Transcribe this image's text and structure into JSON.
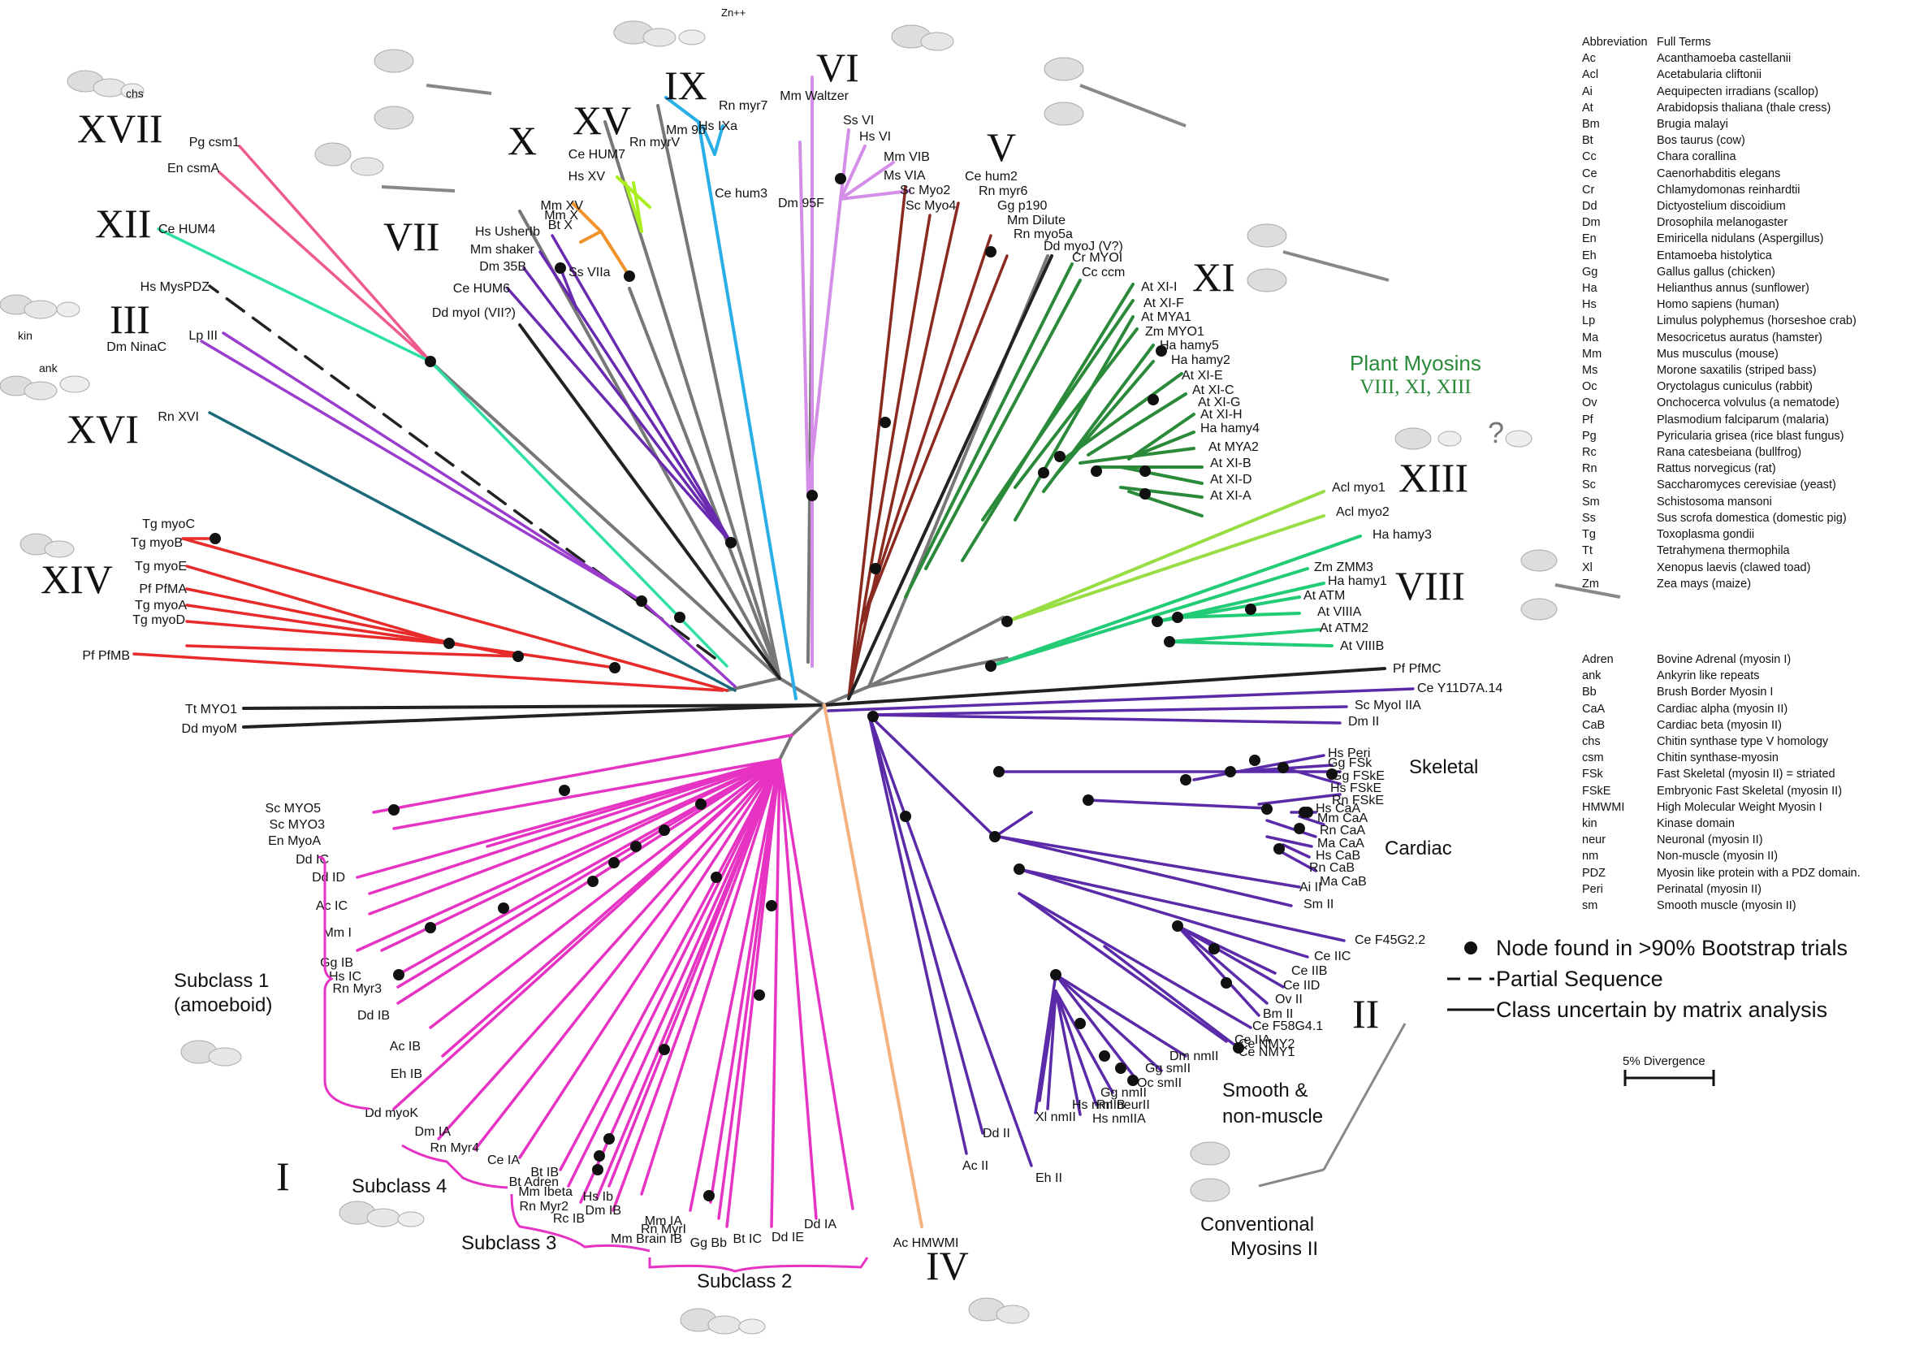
{
  "colors": {
    "I": "#e633c3",
    "II": "#5a2aa8",
    "III": "#9a3ccc",
    "IV": "#f3b27f",
    "V": "#8b2a20",
    "VI": "#d48ee8",
    "VII": "#6a2ab0",
    "VIII": "#22cc77",
    "IX": "#2aaee6",
    "X": "#f0922a",
    "XI": "#2a8a3a",
    "XII": "#2ee0a8",
    "XIII": "#99dd44",
    "XIV": "#e82a2a",
    "XV": "#aaee22",
    "XVI": "#1a6a7a",
    "XVII": "#ef5a8a",
    "uncertain": "#222222",
    "backbone": "#777777"
  },
  "classes": {
    "I": "I",
    "II": "II",
    "III": "III",
    "IV": "IV",
    "V": "V",
    "VI": "VI",
    "VII": "VII",
    "VIII": "VIII",
    "IX": "IX",
    "X": "X",
    "XI": "XI",
    "XII": "XII",
    "XIII": "XIII",
    "XIV": "XIV",
    "XV": "XV",
    "XVI": "XVI",
    "XVII": "XVII"
  },
  "group_labels": {
    "skeletal": "Skeletal",
    "cardiac": "Cardiac",
    "smooth_1": "Smooth &",
    "smooth_2": "non-muscle",
    "conventional_1": "Conventional",
    "conventional_2": "Myosins II",
    "plant_1": "Plant Myosins",
    "plant_2": "VIII, XI, XIII",
    "subclass1_1": "Subclass 1",
    "subclass1_2": "(amoeboid)",
    "subclass2": "Subclass 2",
    "subclass3": "Subclass 3",
    "subclass4": "Subclass 4"
  },
  "icon_labels": {
    "chs": "chs",
    "kin": "kin",
    "ank": "ank",
    "zn": "Zn++",
    "question": "?"
  },
  "taxa": {
    "XVII": [
      "Pg csm1",
      "En csmA"
    ],
    "XII": [
      "Ce HUM4"
    ],
    "partial": [
      "Hs MysPDZ"
    ],
    "III": [
      "Dm NinaC",
      "Lp III"
    ],
    "XVI": [
      "Rn XVI"
    ],
    "XIV": [
      "Tg myoC",
      "Tg myoB",
      "Tg myoE",
      "Pf PfMA",
      "Tg myoA",
      "Tg myoD",
      "Pf PfMB"
    ],
    "uncertain_left": [
      "Tt MYO1",
      "Dd myoM"
    ],
    "VII": [
      "Hs UsherIb",
      "Mm shaker",
      "Dm 35B",
      "Ce HUM6",
      "Ss VIIa"
    ],
    "uncertain_vii": [
      "Dd myoI (VII?)"
    ],
    "X": [
      "Mm XV",
      "Mm X",
      "Bt X"
    ],
    "XV": [
      "Hs XV",
      "Ce HUM7"
    ],
    "IX": [
      "Rn myr7",
      "Hs IXa",
      "Mm 9b",
      "Rn myrV"
    ],
    "VI": [
      "Mm Waltzer",
      "Ce hum3",
      "Dm 95F",
      "Ss VI",
      "Hs VI",
      "Mm VIB",
      "Ms VIA",
      "Sc Myo2",
      "Sc Myo4"
    ],
    "V": [
      "Ce hum2",
      "Rn myr6",
      "Gg p190",
      "Mm Dilute",
      "Rn myo5a"
    ],
    "uncertain_v": [
      "Dd myoJ (V?)"
    ],
    "XI": [
      "Cr MYOI",
      "Cc ccm",
      "At XI-I",
      "At XI-F",
      "At MYA1",
      "Zm MYO1",
      "Ha hamy5",
      "Ha hamy2",
      "At XI-E",
      "At XI-C",
      "At XI-G",
      "At XI-H",
      "Ha hamy4",
      "At MYA2",
      "At XI-B",
      "At XI-D",
      "At XI-A"
    ],
    "XIII": [
      "Acl myo1",
      "Acl myo2"
    ],
    "VIII": [
      "Ha hamy3",
      "Zm ZMM3",
      "Ha hamy1",
      "At ATM",
      "At VIIIA",
      "At ATM2",
      "At VIIIB"
    ],
    "uncertain_right": [
      "Pf PfMC"
    ],
    "II": [
      "Ce Y11D7A.14",
      "Sc MyoI IIA",
      "Dm II",
      "Hs Peri",
      "Gg FSk",
      "Gg FSkE",
      "Hs FSkE",
      "Rn FSkE",
      "Hs CaA",
      "Mm CaA",
      "Rn CaA",
      "Ma CaA",
      "Hs CaB",
      "Rn CaB",
      "Ma CaB",
      "Ai II",
      "Sm II",
      "Ce F45G2.2",
      "Ce IIC",
      "Ce IIB",
      "Ce IID",
      "Ov II",
      "Bm II",
      "Ce F58G4.1",
      "Ce IIA",
      "Ce NMY1",
      "Ce NMY2",
      "Dm nmII",
      "Gg smII",
      "Oc smII",
      "Rn neurII",
      "Gg nmII",
      "Hs nmIIA",
      "Hs nmIIB",
      "Xl nmII",
      "Dd II",
      "Ac II",
      "Eh II"
    ],
    "IV": [
      "Ac HMWMI"
    ],
    "I": [
      "Sc MYO5",
      "Sc MYO3",
      "En MyoA",
      "Dd IC",
      "Dd ID",
      "Ac IC",
      "Mm I",
      "Gg IB",
      "Hs IC",
      "Rn Myr3",
      "Dd IB",
      "Ac IB",
      "Eh IB",
      "Dd myoK",
      "Dm IA",
      "Rn Myr4",
      "Ce IA",
      "Bt IB",
      "Bt Adren",
      "Mm Ibeta",
      "Rn Myr2",
      "Rc IB",
      "Hs Ib",
      "Dm IB",
      "Rn MyrI",
      "Mm IA",
      "Mm Brain IB",
      "Gg Bb",
      "Bt IC",
      "Dd IE",
      "Dd IA"
    ]
  },
  "abbreviations": {
    "header": [
      "Abbreviation",
      "Full Terms"
    ],
    "species": [
      [
        "Ac",
        "Acanthamoeba castellanii"
      ],
      [
        "Acl",
        "Acetabularia cliftonii"
      ],
      [
        "Ai",
        "Aequipecten irradians (scallop)"
      ],
      [
        "At",
        "Arabidopsis thaliana (thale cress)"
      ],
      [
        "Bm",
        "Brugia malayi"
      ],
      [
        "Bt",
        "Bos taurus (cow)"
      ],
      [
        "Cc",
        "Chara corallina"
      ],
      [
        "Ce",
        "Caenorhabditis elegans"
      ],
      [
        "Cr",
        "Chlamydomonas reinhardtii"
      ],
      [
        "Dd",
        "Dictyostelium discoidium"
      ],
      [
        "Dm",
        "Drosophila melanogaster"
      ],
      [
        "En",
        "Emiricella nidulans (Aspergillus)"
      ],
      [
        "Eh",
        "Entamoeba histolytica"
      ],
      [
        "Gg",
        "Gallus gallus (chicken)"
      ],
      [
        "Ha",
        "Helianthus annus (sunflower)"
      ],
      [
        "Hs",
        "Homo sapiens (human)"
      ],
      [
        "Lp",
        "Limulus polyphemus (horseshoe crab)"
      ],
      [
        "Ma",
        "Mesocricetus auratus (hamster)"
      ],
      [
        "Mm",
        "Mus musculus (mouse)"
      ],
      [
        "Ms",
        "Morone saxatilis (striped bass)"
      ],
      [
        "Oc",
        "Oryctolagus cuniculus (rabbit)"
      ],
      [
        "Ov",
        "Onchocerca volvulus (a nematode)"
      ],
      [
        "Pf",
        "Plasmodium falciparum (malaria)"
      ],
      [
        "Pg",
        "Pyricularia grisea (rice blast fungus)"
      ],
      [
        "Rc",
        "Rana catesbeiana (bullfrog)"
      ],
      [
        "Rn",
        "Rattus norvegicus (rat)"
      ],
      [
        "Sc",
        "Saccharomyces cerevisiae (yeast)"
      ],
      [
        "Sm",
        "Schistosoma mansoni"
      ],
      [
        "Ss",
        "Sus scrofa domestica (domestic pig)"
      ],
      [
        "Tg",
        "Toxoplasma gondii"
      ],
      [
        "Tt",
        "Tetrahymena thermophila"
      ],
      [
        "Xl",
        "Xenopus laevis (clawed toad)"
      ],
      [
        "Zm",
        "Zea mays (maize)"
      ]
    ],
    "terms": [
      [
        "Adren",
        "Bovine Adrenal (myosin I)"
      ],
      [
        "ank",
        "Ankyrin like repeats"
      ],
      [
        "Bb",
        "Brush Border Myosin I"
      ],
      [
        "CaA",
        "Cardiac alpha (myosin II)"
      ],
      [
        "CaB",
        "Cardiac beta (myosin II)"
      ],
      [
        "chs",
        "Chitin synthase type V homology"
      ],
      [
        "csm",
        "Chitin synthase-myosin"
      ],
      [
        "FSk",
        "Fast Skeletal (myosin II) = striated"
      ],
      [
        "FSkE",
        "Embryonic Fast Skeletal (myosin II)"
      ],
      [
        "HMWMI",
        "High Molecular Weight Myosin I"
      ],
      [
        "kin",
        "Kinase domain"
      ],
      [
        "neur",
        "Neuronal (myosin II)"
      ],
      [
        "nm",
        "Non-muscle (myosin II)"
      ],
      [
        "PDZ",
        "Myosin like protein with a PDZ domain."
      ],
      [
        "Peri",
        "Perinatal (myosin II)"
      ],
      [
        "sm",
        "Smooth muscle (myosin II)"
      ]
    ]
  },
  "key": {
    "node": "Node found in >90% Bootstrap trials",
    "partial": "Partial Sequence",
    "uncertain": "Class uncertain by matrix analysis"
  },
  "scale_bar": "5% Divergence"
}
